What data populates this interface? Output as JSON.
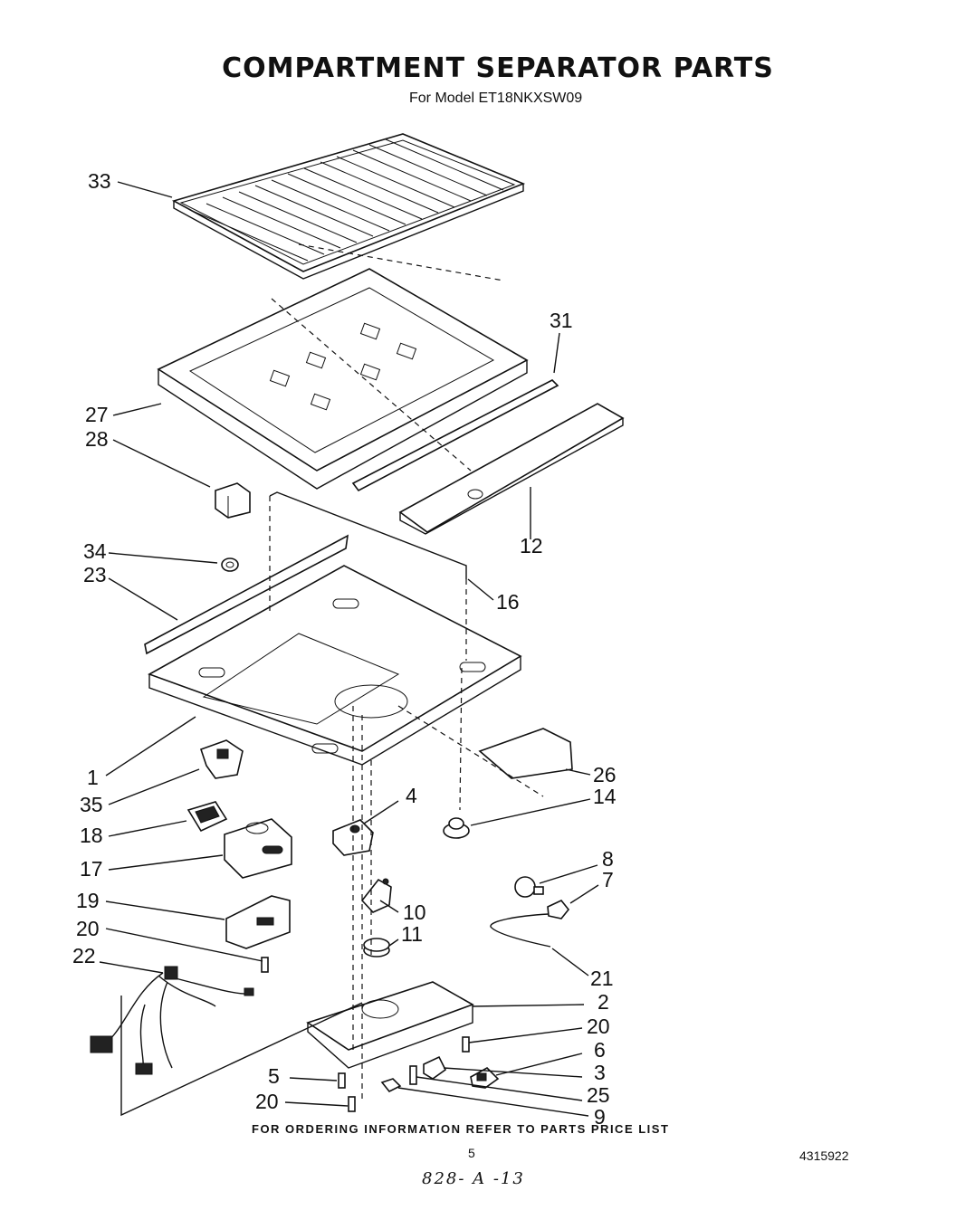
{
  "title": "COMPARTMENT SEPARATOR PARTS",
  "subtitle": "For Model ET18NKXSW09",
  "footer_note": "FOR ORDERING INFORMATION REFER TO PARTS PRICE LIST",
  "page_number": "5",
  "document_number": "4315922",
  "handwritten_note": "828- A -13",
  "callouts": [
    "33",
    "31",
    "27",
    "28",
    "12",
    "34",
    "23",
    "16",
    "1",
    "26",
    "35",
    "4",
    "14",
    "18",
    "8",
    "17",
    "7",
    "19",
    "10",
    "11",
    "20",
    "22",
    "21",
    "2",
    "20",
    "6",
    "3",
    "5",
    "25",
    "20",
    "9"
  ]
}
